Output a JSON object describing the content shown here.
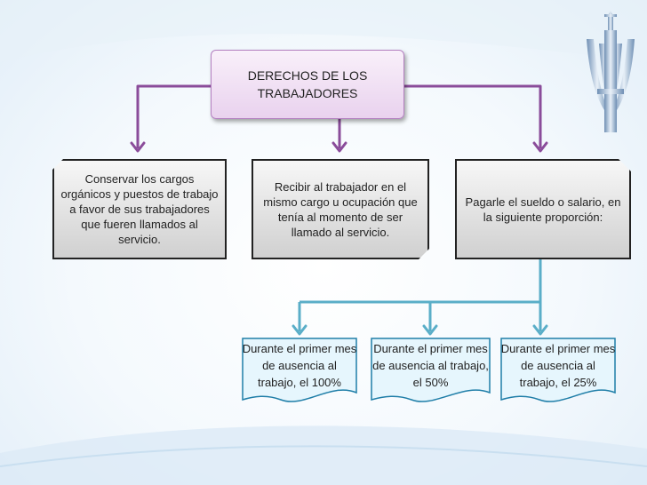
{
  "diagram": {
    "root": {
      "line1": "DERECHOS DE LOS",
      "line2": "TRABAJADORES"
    },
    "level1": [
      {
        "text": "Conservar los cargos orgánicos y puestos de trabajo a favor de sus trabajadores que fueren llamados al servicio."
      },
      {
        "text": "Recibir al trabajador en el mismo cargo u ocupación que tenía al momento de ser llamado al servicio."
      },
      {
        "text": "Pagarle el sueldo o salario, en la siguiente proporción:"
      }
    ],
    "level2": [
      {
        "text": "Durante el primer mes de ausencia al trabajo, el 100%"
      },
      {
        "text": "Durante el primer mes de ausencia al trabajo, el 50%"
      },
      {
        "text": "Durante el primer mes de ausencia al trabajo, el 25%"
      }
    ],
    "colors": {
      "root_fill": "#e9d2ee",
      "root_border": "#b37fc0",
      "connector_purple": "#8a4c9a",
      "connector_teal": "#5aaec8",
      "leaf_fill": "#e6f6fd",
      "leaf_border": "#1f7ea8",
      "node_border": "#222222"
    }
  }
}
